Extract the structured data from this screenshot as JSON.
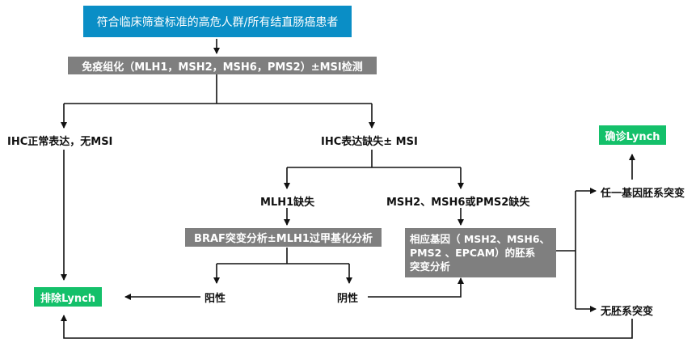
{
  "colors": {
    "blue": "#0a8ec6",
    "gray": "#7f7f7f",
    "green": "#14c06a",
    "line": "#111111"
  },
  "nodes": {
    "top": "符合临床筛查标准的高危人群/所有结直肠癌患者",
    "ihc_test": "免疫组化（MLH1，MSH2，MSH6，PMS2）±MSI检测",
    "ihc_normal": "IHC正常表达，无MSI",
    "ihc_loss": "IHC表达缺失± MSI",
    "mlh1_loss": "MLH1缺失",
    "msh_loss": "MSH2、MSH6或PMS2缺失",
    "braf": "BRAF突变分析±MLH1过甲基化分析",
    "germline": [
      "相应基因（ MSH2、MSH6、",
      "PMS2 、EPCAM）的胚系",
      "突变分析"
    ],
    "positive": "阳性",
    "negative": "阴性",
    "exclude": "排除Lynch",
    "confirm": "确诊Lynch",
    "any_mutation": "任一基因胚系突变",
    "no_mutation": "无胚系突变"
  }
}
